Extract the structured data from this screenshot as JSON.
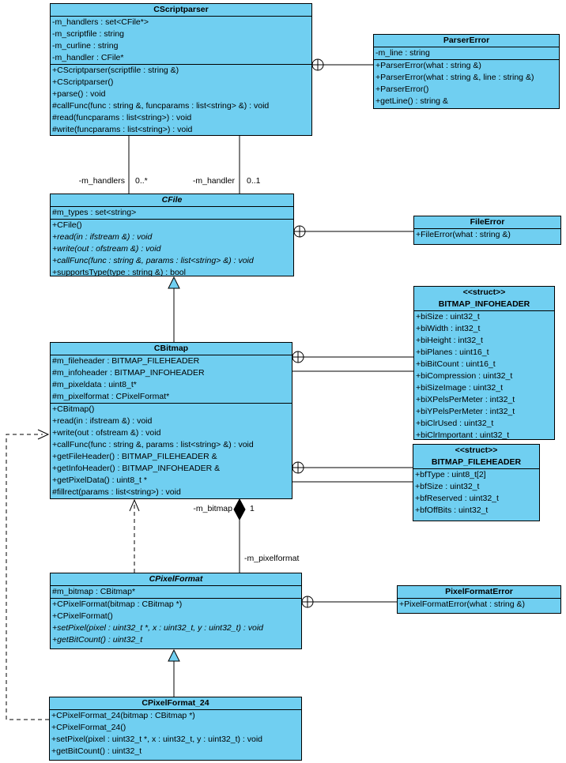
{
  "diagram_title": "Bitmap script parser UML class diagram",
  "classes": {
    "CScriptparser": {
      "name": "CScriptparser",
      "attributes": [
        "-m_handlers : set<CFile*>",
        "-m_scriptfile : string",
        "-m_curline : string",
        "-m_handler : CFile*"
      ],
      "methods": [
        "+CScriptparser(scriptfile : string &)",
        "+CScriptparser()",
        "+parse() : void",
        "#callFunc(func : string &, funcparams : list<string> &) : void",
        "#read(funcparams : list<string>) : void",
        "#write(funcparams : list<string>) : void"
      ]
    },
    "ParserError": {
      "name": "ParserError",
      "attributes": [
        "-m_line : string"
      ],
      "methods": [
        "+ParserError(what : string &)",
        "+ParserError(what : string &, line : string &)",
        "+ParserError()",
        "+getLine() : string &"
      ]
    },
    "CFile": {
      "name": "CFile",
      "attributes": [
        "#m_types : set<string>"
      ],
      "methods": [
        "+CFile()",
        {
          "text": "+read(in : ifstream &) : void",
          "italic": true
        },
        {
          "text": "+write(out : ofstream &) : void",
          "italic": true
        },
        {
          "text": "+callFunc(func : string &, params : list<string> &) : void",
          "italic": true
        },
        "+supportsType(type : string &) : bool"
      ]
    },
    "FileError": {
      "name": "FileError",
      "methods": [
        "+FileError(what : string &)"
      ]
    },
    "CBitmap": {
      "name": "CBitmap",
      "attributes": [
        "#m_fileheader : BITMAP_FILEHEADER",
        "#m_infoheader : BITMAP_INFOHEADER",
        "#m_pixeldata : uint8_t*",
        "#m_pixelformat : CPixelFormat*"
      ],
      "methods": [
        "+CBitmap()",
        "+read(in : ifstream &) : void",
        "+write(out : ofstream &) : void",
        "+callFunc(func : string &, params : list<string> &) : void",
        "+getFileHeader() : BITMAP_FILEHEADER &",
        "+getInfoHeader() : BITMAP_INFOHEADER &",
        "+getPixelData() : uint8_t *",
        "#fillrect(params : list<string>) : void"
      ]
    },
    "BITMAP_INFOHEADER": {
      "stereotype": "<<struct>>",
      "name": "BITMAP_INFOHEADER",
      "attributes": [
        "+biSize : uint32_t",
        "+biWidth : int32_t",
        "+biHeight : int32_t",
        "+biPlanes : uint16_t",
        "+biBitCount : uint16_t",
        "+biCompression : uint32_t",
        "+biSizeImage : uint32_t",
        "+biXPelsPerMeter : int32_t",
        "+biYPelsPerMeter : int32_t",
        "+biClrUsed : uint32_t",
        "+biClrImportant : uint32_t"
      ]
    },
    "BITMAP_FILEHEADER": {
      "stereotype": "<<struct>>",
      "name": "BITMAP_FILEHEADER",
      "attributes": [
        "+bfType : uint8_t[2]",
        "+bfSize : uint32_t",
        "+bfReserved : uint32_t",
        "+bfOffBits : uint32_t"
      ]
    },
    "CPixelFormat": {
      "name": "CPixelFormat",
      "attributes": [
        "#m_bitmap : CBitmap*"
      ],
      "methods": [
        "+CPixelFormat(bitmap : CBitmap *)",
        "+CPixelFormat()",
        {
          "text": "+setPixel(pixel : uint32_t *, x : uint32_t, y : uint32_t) : void",
          "italic": true
        },
        {
          "text": "+getBitCount() : uint32_t",
          "italic": true
        }
      ]
    },
    "PixelFormatError": {
      "name": "PixelFormatError",
      "methods": [
        "+PixelFormatError(what : string &)"
      ]
    },
    "CPixelFormat_24": {
      "name": "CPixelFormat_24",
      "methods": [
        "+CPixelFormat_24(bitmap : CBitmap *)",
        "+CPixelFormat_24()",
        "+setPixel(pixel : uint32_t *, x : uint32_t, y : uint32_t) : void",
        "+getBitCount() : uint32_t"
      ]
    }
  },
  "relationships": {
    "m_handlers_role": "-m_handlers",
    "m_handlers_mult": "0..*",
    "m_handler_role": "-m_handler",
    "m_handler_mult": "0..1",
    "m_bitmap_role": "-m_bitmap",
    "m_bitmap_mult": "1",
    "m_pixelformat_role": "-m_pixelformat"
  },
  "colors": {
    "class_fill": "#70CFF1",
    "line": "#000000",
    "background": "#ffffff"
  }
}
